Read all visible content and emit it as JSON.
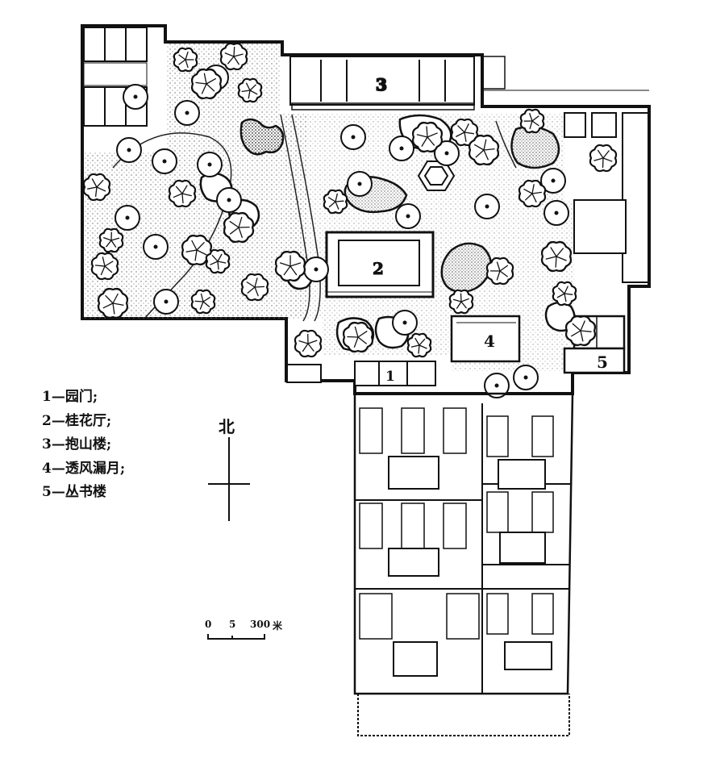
{
  "legend": [
    {
      "num": "1",
      "label": "园门;"
    },
    {
      "num": "2",
      "label": "桂花厅;"
    },
    {
      "num": "3",
      "label": "抱山楼;"
    },
    {
      "num": "4",
      "label": "透风漏月;"
    },
    {
      "num": "5",
      "label": "丛书楼"
    }
  ],
  "north_label": "北",
  "scale": {
    "tick0": "0",
    "tick1": "5",
    "tick2": "300",
    "unit": "米"
  },
  "building_numbers": [
    "1",
    "2",
    "3",
    "4",
    "5"
  ],
  "colors": {
    "ink": "#111111",
    "paper": "#ffffff",
    "stipple": "#555555"
  }
}
